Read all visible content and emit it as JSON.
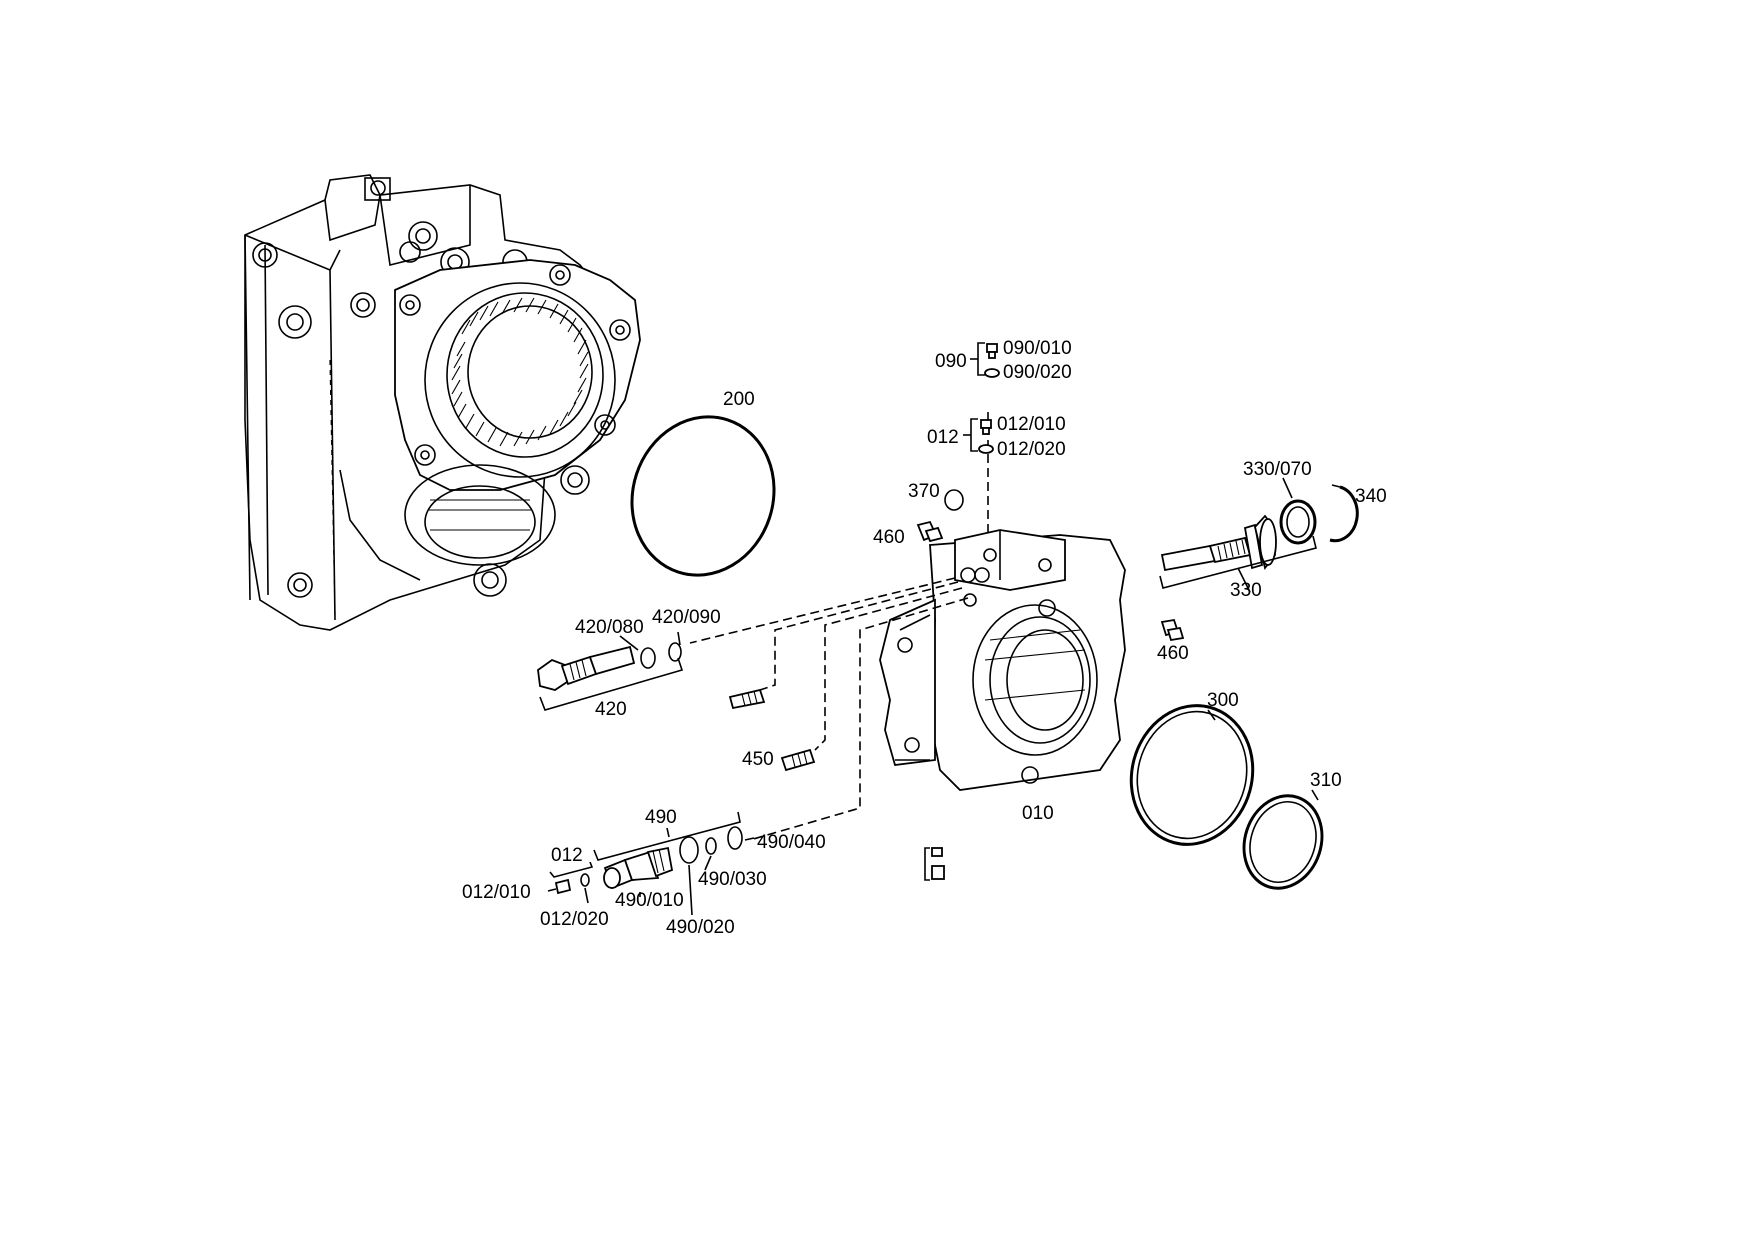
{
  "labels": {
    "l_090_010": "090/010",
    "l_090_020": "090/020",
    "l_090": "090",
    "l_012_010_top": "012/010",
    "l_012_020_top": "012/020",
    "l_012_top": "012",
    "l_200": "200",
    "l_370": "370",
    "l_460_left": "460",
    "l_460_right": "460",
    "l_330_070": "330/070",
    "l_340": "340",
    "l_330": "330",
    "l_420_080": "420/080",
    "l_420_090": "420/090",
    "l_420": "420",
    "l_450": "450",
    "l_300": "300",
    "l_310": "310",
    "l_010": "010",
    "l_490": "490",
    "l_490_040": "490/040",
    "l_012_bottom": "012",
    "l_012_010_bottom": "012/010",
    "l_012_020_bottom": "012/020",
    "l_490_010": "490/010",
    "l_490_030": "490/030",
    "l_490_020": "490/020"
  },
  "icons": {
    "housing": "transmission-housing-drawing",
    "cover": "cover-010-drawing",
    "shaft": "shaft-330-drawing",
    "valve": "valve-490-drawing",
    "pin": "screw-420-drawing"
  }
}
